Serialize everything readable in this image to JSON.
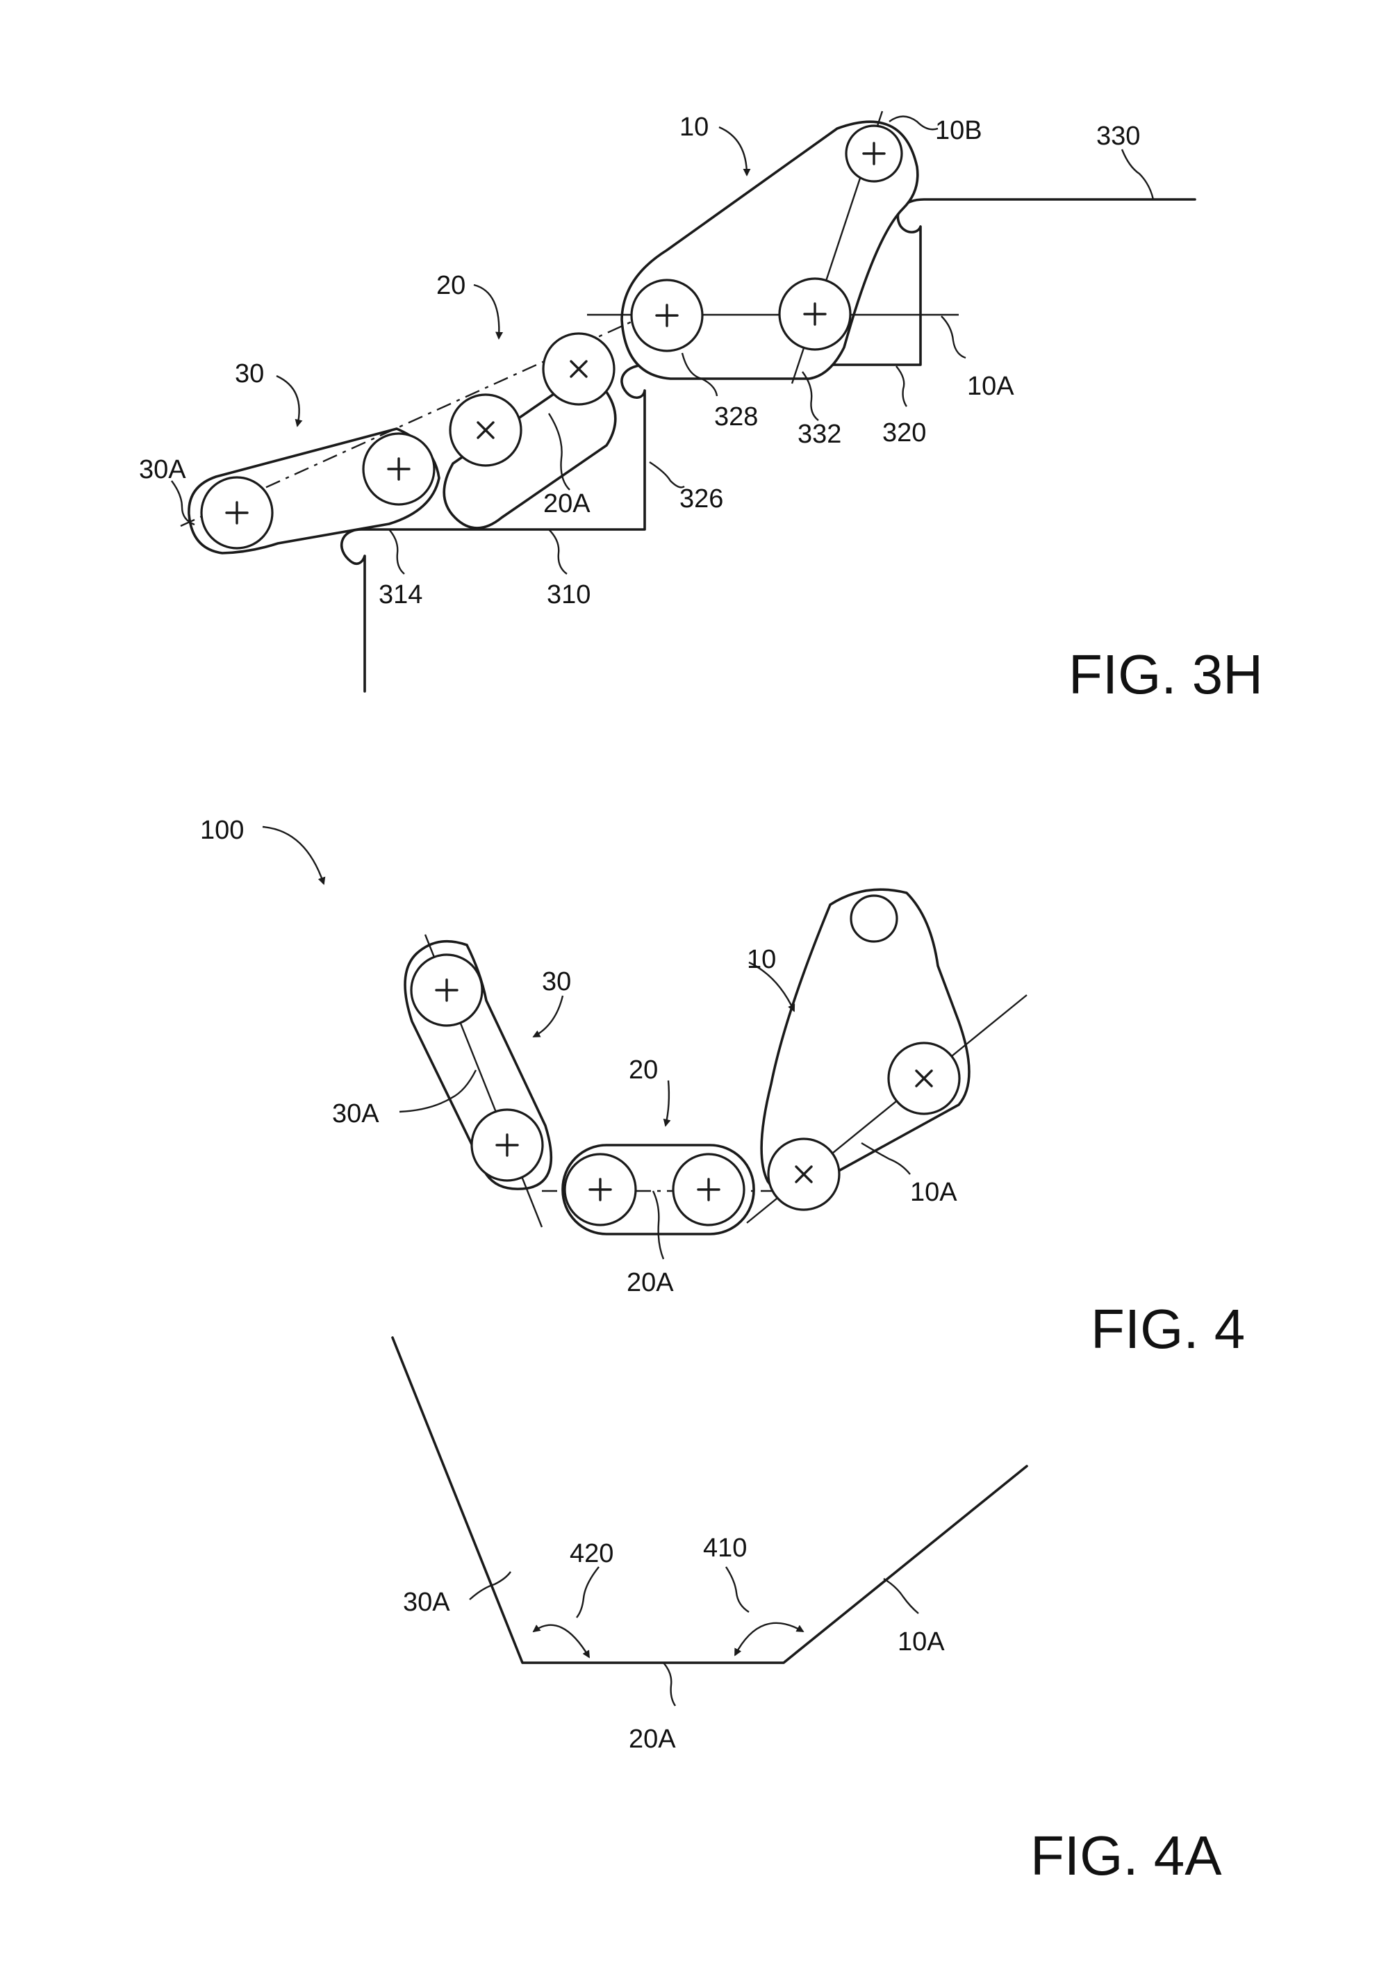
{
  "figures": [
    {
      "id": "fig3h",
      "title": "FIG. 3H"
    },
    {
      "id": "fig4",
      "title": "FIG. 4"
    },
    {
      "id": "fig4a",
      "title": "FIG. 4A"
    }
  ],
  "fig3h": {
    "labels": {
      "link10": "10",
      "link20": "20",
      "link30": "30",
      "axis10b": "10B",
      "axis10a": "10A",
      "axis20a": "20A",
      "axis30a": "30A",
      "surface330": "330",
      "surface320": "320",
      "surface310": "310",
      "ref328": "328",
      "ref332": "332",
      "ref326": "326",
      "ref314": "314"
    }
  },
  "fig4": {
    "labels": {
      "assembly": "100",
      "link10": "10",
      "link20": "20",
      "link30": "30",
      "axis10a": "10A",
      "axis20a": "20A",
      "axis30a": "30A"
    }
  },
  "fig4a": {
    "labels": {
      "axis30a": "30A",
      "axis20a": "20A",
      "axis10a": "10A",
      "angle420": "420",
      "angle410": "410"
    }
  }
}
